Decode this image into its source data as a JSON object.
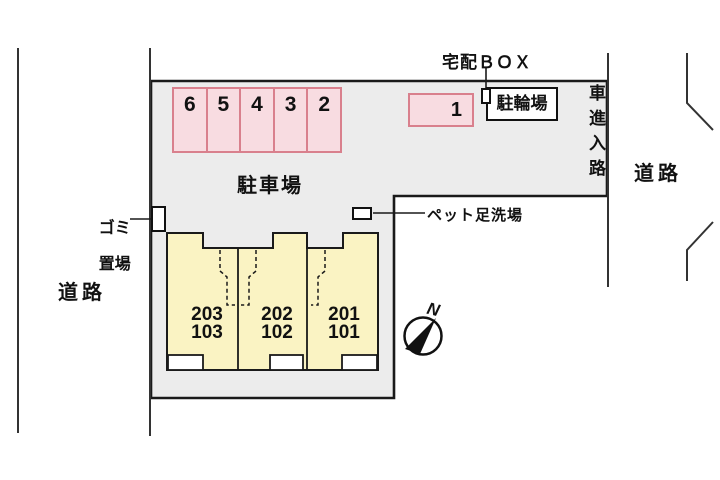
{
  "colors": {
    "site_fill": "#ececec",
    "building_fill": "#faf3c3",
    "stall_fill": "#f8dce1",
    "stall_border": "#d9808d",
    "line": "#1a1a1a"
  },
  "roads": {
    "left_label": "道路",
    "right_label": "道路",
    "entry_label": "車進入路"
  },
  "parking": {
    "area_label": "駐車場",
    "stalls": [
      "6",
      "5",
      "4",
      "3",
      "2"
    ],
    "stall1": "1"
  },
  "facilities": {
    "delivery_box": "宅配ＢＯＸ",
    "bicycle": "駐輪場",
    "garbage_line1": "ゴミ",
    "garbage_line2": "置場",
    "pet_wash": "ペット足洗場"
  },
  "building": {
    "units": [
      {
        "upper": "203",
        "lower": "103"
      },
      {
        "upper": "202",
        "lower": "102"
      },
      {
        "upper": "201",
        "lower": "101"
      }
    ]
  },
  "compass": {
    "north_label": "N"
  }
}
